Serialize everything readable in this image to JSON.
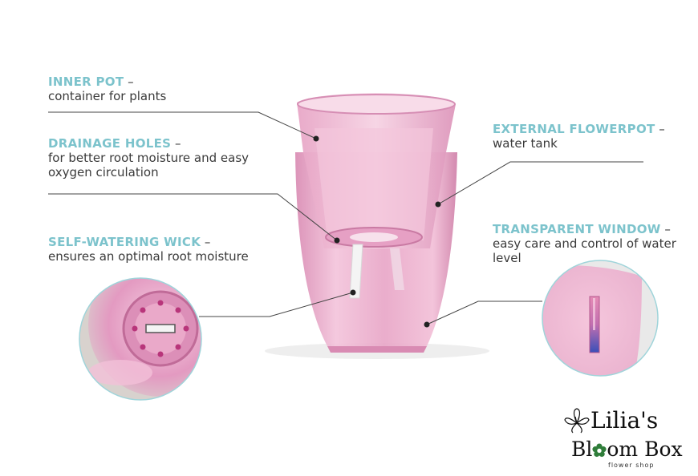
{
  "labels": {
    "inner_pot": {
      "title": "INNER POT",
      "dash": " –",
      "desc": "container for plants"
    },
    "drainage": {
      "title": "DRAINAGE HOLES",
      "dash": " –",
      "desc": "for better root moisture and easy oxygen circulation"
    },
    "wick": {
      "title": "SELF-WATERING WICK",
      "dash": " –",
      "desc": "ensures an optimal root moisture"
    },
    "external": {
      "title": "EXTERNAL FLOWERPOT",
      "dash": " –",
      "desc": "water tank"
    },
    "window": {
      "title": "TRANSPARENT WINDOW",
      "dash": " –",
      "desc": "easy care and control of water level"
    }
  },
  "logo": {
    "line1": "Lilia's",
    "line2_pre": "Bl",
    "line2_post": "om Box",
    "line3": "flower shop",
    "icons": [
      "lily-flower-icon",
      "flower-o-icon"
    ]
  },
  "colors": {
    "accent_title": "#7cc3cc",
    "pot_pink": "#e9a9c8",
    "leader_line": "#444444"
  }
}
